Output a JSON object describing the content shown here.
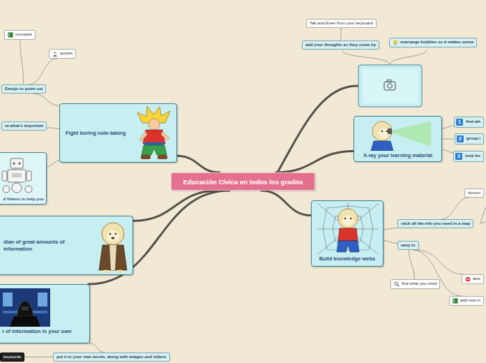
{
  "diagram": {
    "nodes": [
      {
        "text": [
          "Educación Cívica en todos los grados"
        ]
      },
      {
        "text": [
          "Fight boring note-taking"
        ]
      },
      {
        "text": [
          "Emojis to point out"
        ]
      },
      {
        "text": [
          "concepts"
        ]
      },
      {
        "text": [
          "quotes"
        ]
      },
      {
        "text": [
          "nt what's important"
        ]
      },
      {
        "text": [
          "d Videos to help you"
        ]
      },
      {
        "text": [
          "dian of great amounts of information"
        ]
      },
      {
        "text": [
          "r of information in your own"
        ]
      },
      {
        "text": [
          "keywords"
        ]
      },
      {
        "text": [
          "put it in your own words, along with images and videos"
        ]
      },
      {
        "text": [
          "add your thoughts as they come by"
        ]
      },
      {
        "text": [
          "Tab and Enter from your keyboard"
        ]
      },
      {
        "text": [
          "rearrange bubbles so it makes sense"
        ]
      },
      {
        "text": [
          "X-ray your learning material"
        ]
      },
      {
        "text": [
          "find wh"
        ]
      },
      {
        "text": [
          "group i"
        ]
      },
      {
        "text": [
          "look for"
        ]
      },
      {
        "text": [
          "Build knowledge webs"
        ]
      },
      {
        "text": [
          "stick all the info you need in a map"
        ]
      },
      {
        "text": [
          "docum"
        ]
      },
      {
        "text": [
          "easy to"
        ]
      },
      {
        "text": [
          "find what you need"
        ]
      },
      {
        "text": [
          "dele"
        ]
      },
      {
        "text": [
          "add new in"
        ]
      }
    ],
    "edges": [
      {
        "from": 0,
        "to": 1,
        "arrow": "none"
      },
      {
        "from": 1,
        "to": 2,
        "arrow": "none"
      },
      {
        "from": 2,
        "to": 3,
        "arrow": "none"
      },
      {
        "from": 2,
        "to": 4,
        "arrow": "none"
      },
      {
        "from": 1,
        "to": 5,
        "arrow": "none"
      },
      {
        "from": 1,
        "to": 6,
        "arrow": "none"
      },
      {
        "from": 0,
        "to": 7,
        "arrow": "none"
      },
      {
        "from": 0,
        "to": 8,
        "arrow": "none"
      },
      {
        "from": 8,
        "to": 10,
        "arrow": "none"
      },
      {
        "from": 10,
        "to": 9,
        "arrow": "none"
      },
      {
        "from": 11,
        "to": 12,
        "arrow": "none"
      },
      {
        "from": 0,
        "to": 14,
        "arrow": "none"
      },
      {
        "from": 14,
        "to": 15,
        "arrow": "none"
      },
      {
        "from": 14,
        "to": 16,
        "arrow": "none"
      },
      {
        "from": 14,
        "to": 17,
        "arrow": "none"
      },
      {
        "from": 0,
        "to": 18,
        "arrow": "none"
      },
      {
        "from": 18,
        "to": 19,
        "arrow": "none"
      },
      {
        "from": 19,
        "to": 20,
        "arrow": "none"
      },
      {
        "from": 18,
        "to": 21,
        "arrow": "none"
      },
      {
        "from": 21,
        "to": 22,
        "arrow": "none"
      },
      {
        "from": 21,
        "to": 23,
        "arrow": "none"
      },
      {
        "from": 21,
        "to": 24,
        "arrow": "none"
      }
    ],
    "labels": [
      "1",
      "2",
      "3"
    ]
  }
}
